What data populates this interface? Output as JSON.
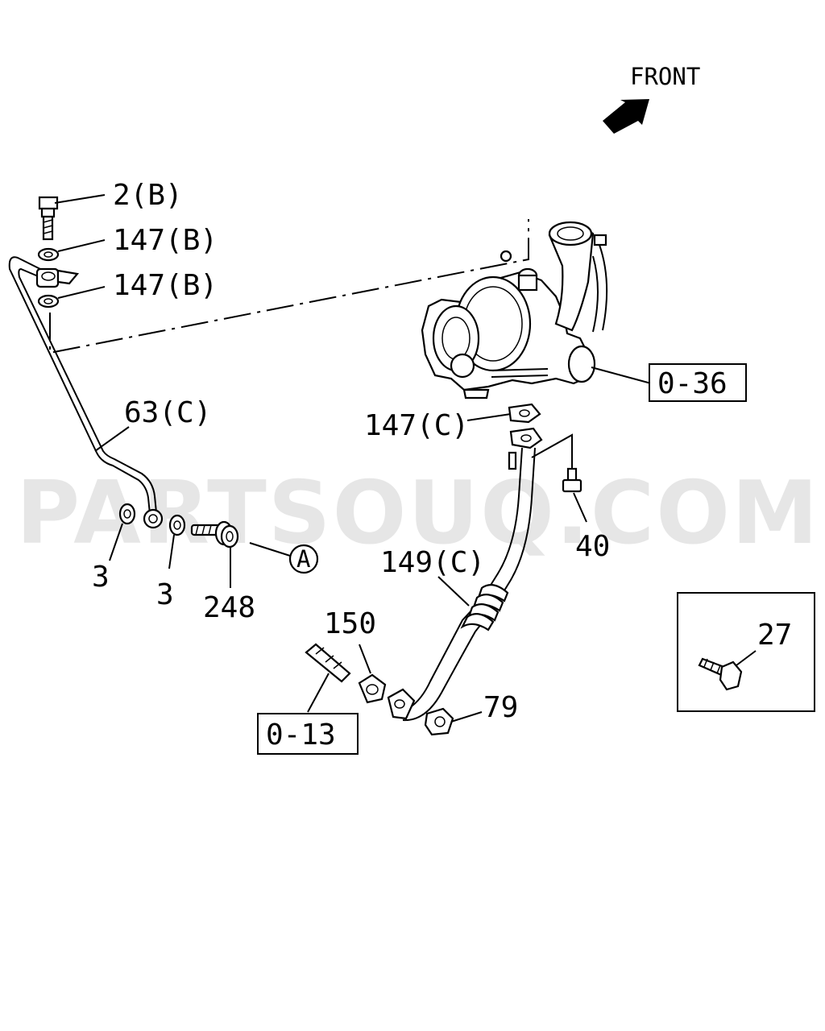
{
  "watermark": "PARTSOUQ.COM",
  "orientation": {
    "label": "FRONT"
  },
  "callouts": {
    "bolt_2b": "2(B)",
    "washer_147b_upper": "147(B)",
    "washer_147b_lower": "147(B)",
    "pipe_63c": "63(C)",
    "washer_3_left": "3",
    "washer_3_right": "3",
    "eye_bolt_248": "248",
    "ref_a": "A",
    "gasket_147c": "147(C)",
    "bolt_40": "40",
    "pipe_149c": "149(C)",
    "gasket_150": "150",
    "nut_79": "79",
    "bolt_27": "27"
  },
  "reference_boxes": {
    "turbocharger": "0-36",
    "stud": "0-13"
  }
}
